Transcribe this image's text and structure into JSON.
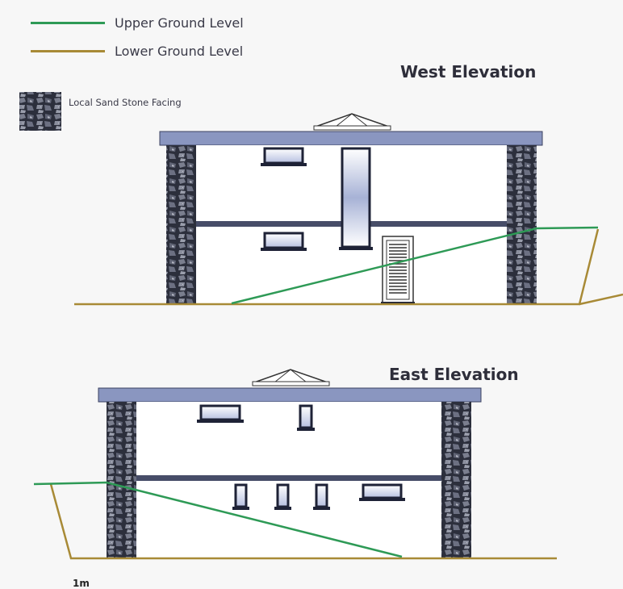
{
  "legend": {
    "upper": {
      "label": "Upper Ground Level",
      "color": "#2e9a56"
    },
    "lower": {
      "label": "Lower Ground Level",
      "color": "#a88a36"
    },
    "stone": {
      "label": "Local Sand Stone Facing"
    }
  },
  "west": {
    "title": "West Elevation"
  },
  "east": {
    "title": "East Elevation"
  },
  "scale": {
    "label": "1m"
  },
  "colors": {
    "roof": "#8a96c0",
    "slab": "#474d68",
    "window": "#1e2236"
  }
}
